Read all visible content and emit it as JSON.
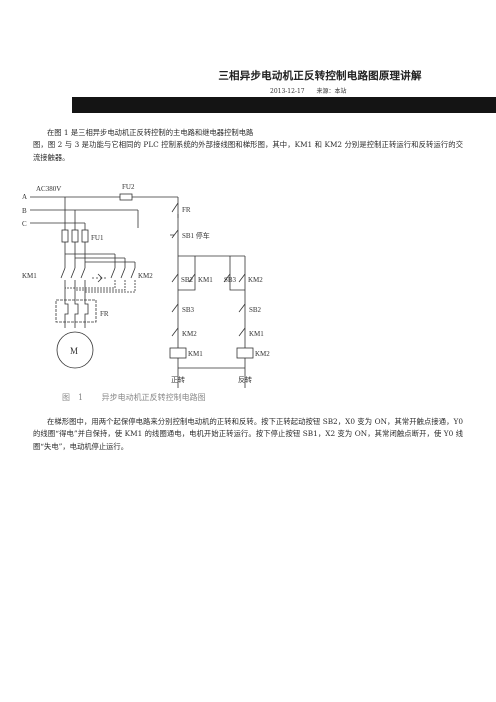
{
  "article": {
    "title": "三相异步电动机正反转控制电路图原理讲解",
    "date": "2013-12-17",
    "source": "来源：本站"
  },
  "intro": {
    "line1": "在图 1 是三相异步电动机正反转控制的主电路和继电器控制电路",
    "line2": "图，图 2 与 3 是功能与它相同的 PLC 控制系统的外部接线图和梯形图，其中，KM1 和 KM2 分别是控制正转运行和反转运行的交流接触器。"
  },
  "figure": {
    "label": "图　1",
    "title": "异步电动机正反转控制电路图",
    "labels": {
      "phase_a": "A",
      "phase_b": "B",
      "phase_c": "C",
      "ac": "AC380V",
      "fu2": "FU2",
      "fu1": "FU1",
      "km1_main": "KM1",
      "km2_main": "KM2",
      "fr_main": "FR",
      "motor": "M",
      "fr_ctrl": "FR",
      "sb1": "SB1 停车",
      "sb2": "SB2",
      "km1_hold": "KM1",
      "sb3": "SB3",
      "km2_hold": "KM2",
      "sb3_nc": "SB3",
      "sb2_nc": "SB2",
      "km2_il": "KM2",
      "km1_il": "KM1",
      "coil_km1": "KM1",
      "coil_km2": "KM2",
      "forward": "正转",
      "reverse": "反转"
    }
  },
  "body": {
    "paragraph": "在梯形图中，用两个起保停电路来分别控制电动机的正转和反转。按下正转起动按钮 SB2，X0 变为 ON，其常开触点接通，Y0 的线圈“得电”并自保持，使 KM1 的线圈通电，电机开始正转运行。按下停止按钮 SB1，X2 变为 ON，其常闭触点断开，使 Y0 线圈“失电”，电动机停止运行。"
  }
}
